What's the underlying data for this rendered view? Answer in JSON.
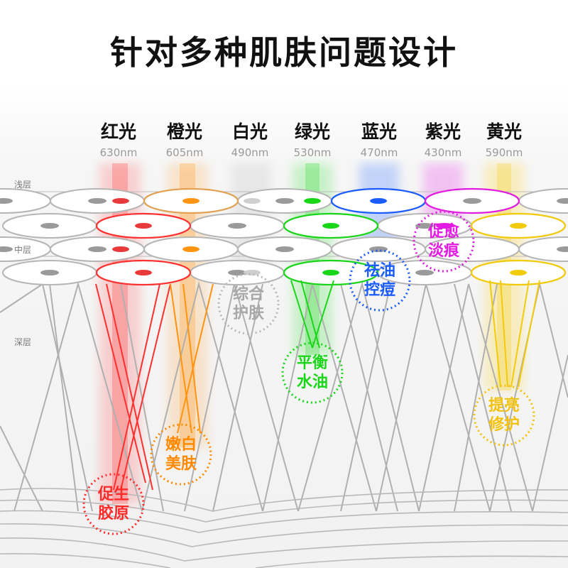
{
  "title": "针对多种肌肤问题设计",
  "lights": [
    {
      "name": "红光",
      "wavelength": "630nm",
      "color": "#ff2a2a"
    },
    {
      "name": "橙光",
      "wavelength": "605nm",
      "color": "#ff9410"
    },
    {
      "name": "白光",
      "wavelength": "490nm",
      "color": "#d8d8d8"
    },
    {
      "name": "绿光",
      "wavelength": "530nm",
      "color": "#19d619"
    },
    {
      "name": "蓝光",
      "wavelength": "470nm",
      "color": "#1a5cff"
    },
    {
      "name": "紫光",
      "wavelength": "430nm",
      "color": "#e21ae2"
    },
    {
      "name": "黄光",
      "wavelength": "590nm",
      "color": "#f2cb0b"
    }
  ],
  "layers": {
    "shallow": "浅层",
    "middle": "中层",
    "deep": "深层"
  },
  "effects": [
    {
      "line1": "促生",
      "line2": "胶原",
      "color": "#ff2a2a"
    },
    {
      "line1": "嫩白",
      "line2": "美肤",
      "color": "#ff8a00"
    },
    {
      "line1": "综合",
      "line2": "护肤",
      "color": "#a8a8a8"
    },
    {
      "line1": "平衡",
      "line2": "水油",
      "color": "#19d619"
    },
    {
      "line1": "祛油",
      "line2": "控痘",
      "color": "#1a5cff"
    },
    {
      "line1": "促愈",
      "line2": "淡痕",
      "color": "#e21ae2"
    },
    {
      "line1": "提亮",
      "line2": "修护",
      "color": "#f2c20b"
    }
  ]
}
